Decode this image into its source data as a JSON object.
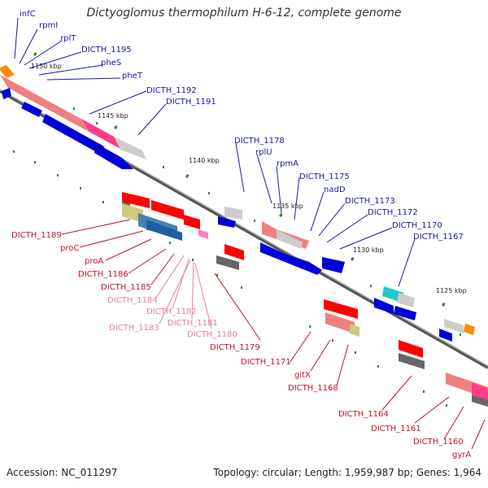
{
  "title": "Dictyoglomus thermophilum H-6-12, complete genome",
  "footer": {
    "accession": "Accession: NC_011297",
    "topology": "Topology: circular; Length: 1,959,987 bp; Genes: 1,964"
  },
  "colors": {
    "blue_label": "#1a1aa8",
    "red_label": "#c8102e",
    "pink_label": "#e87aa8",
    "backbone": "#7f7f7f"
  },
  "ticks": [
    "1150 kbp",
    "1145 kbp",
    "1140 kbp",
    "1135 kbp",
    "1130 kbp",
    "1125 kbp"
  ],
  "top_labels": [
    "infC",
    "rpmI",
    "rplT",
    "DICTH_1195",
    "pheS",
    "pheT",
    "DICTH_1192",
    "DICTH_1191",
    "DICTH_1178",
    "rplU",
    "rpmA",
    "DICTH_1175",
    "nadD",
    "DICTH_1173",
    "DICTH_1172",
    "DICTH_1170",
    "DICTH_1167"
  ],
  "bottom_labels": [
    "DICTH_1189",
    "proC",
    "proA",
    "DICTH_1186",
    "DICTH_1185",
    "DICTH_1184",
    "DICTH_1182",
    "DICTH_1183",
    "DICTH_1181",
    "DICTH_1180",
    "DICTH_1179",
    "DICTH_1171",
    "gltX",
    "DICTH_1168",
    "DICTH_1164",
    "DICTH_1161",
    "DICTH_1160",
    "gyrA"
  ]
}
